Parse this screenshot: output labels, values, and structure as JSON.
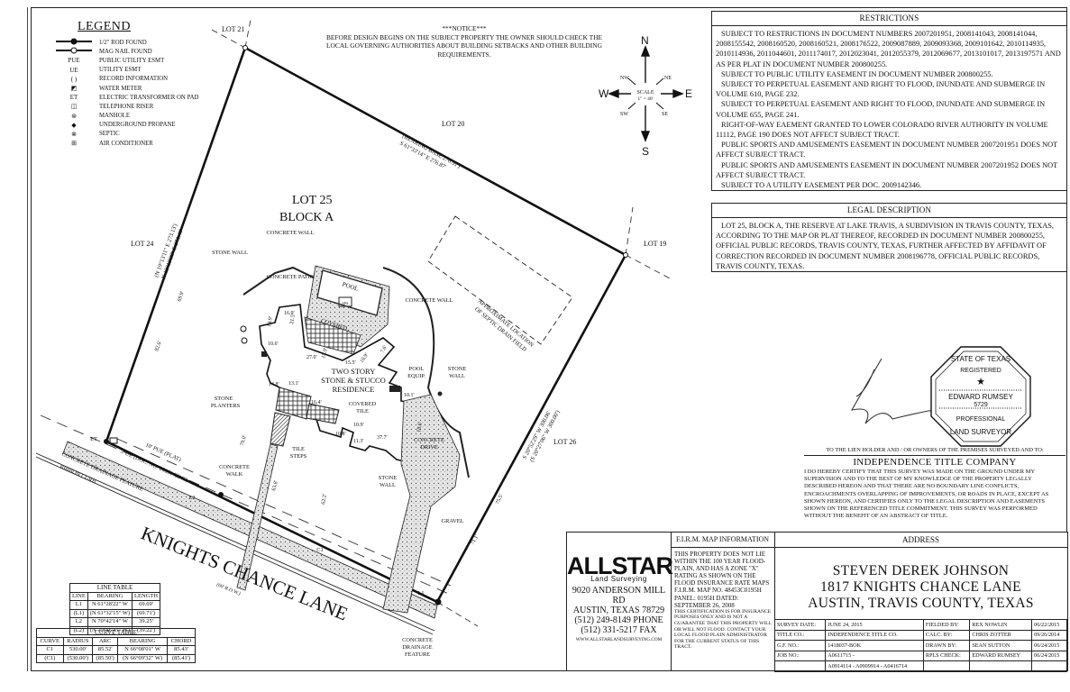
{
  "legend": {
    "title": "LEGEND",
    "items": [
      {
        "symbol": "",
        "icon": "rod-found-icon",
        "label": "1/2\" ROD FOUND"
      },
      {
        "symbol": "",
        "icon": "mag-nail-found-icon",
        "label": "MAG NAIL FOUND"
      },
      {
        "symbol": "PUE",
        "label": "PUBLIC UTILITY ESMT"
      },
      {
        "symbol": "UE",
        "label": "UTILITY ESMT"
      },
      {
        "symbol": "( )",
        "label": "RECORD INFORMATION"
      },
      {
        "symbol": "◩",
        "icon": "water-meter-icon",
        "label": "WATER METER"
      },
      {
        "symbol": "ET",
        "label": "ELECTRIC TRANSFORMER ON PAD"
      },
      {
        "symbol": "◫",
        "icon": "telephone-riser-icon",
        "label": "TELEPHONE RISER"
      },
      {
        "symbol": "⊛",
        "icon": "manhole-icon",
        "label": "MANHOLE"
      },
      {
        "symbol": "◆",
        "icon": "propane-icon",
        "label": "UNDERGROUND PROPANE"
      },
      {
        "symbol": "⊗",
        "icon": "septic-icon",
        "label": "SEPTIC"
      },
      {
        "symbol": "⊞",
        "icon": "air-conditioner-icon",
        "label": "AIR CONDITIONER"
      }
    ]
  },
  "notice": {
    "title": "***NOTICE***",
    "text": "BEFORE DESIGN BEGINS ON THE SUBJECT PROPERTY THE OWNER SHOULD CHECK THE LOCAL GOVERNING AUTHORITIES ABOUT BUILDING SETBACKS AND OTHER BUILDING REQUIREMENTS."
  },
  "compass": {
    "n": "N",
    "s": "S",
    "e": "E",
    "w": "W",
    "ne": "NE",
    "nw": "NW",
    "se": "SE",
    "sw": "SW",
    "scale_label": "SCALE",
    "scale_value": "1\" = 40'"
  },
  "plat": {
    "lot_title": "LOT 25",
    "block_title": "BLOCK A",
    "lot21": "LOT 21",
    "lot20": "LOT 20",
    "lot19": "LOT 19",
    "lot24": "LOT 24",
    "lot26": "LOT 26",
    "top_bearing_record": "(BEARING BASE 276.91')",
    "top_bearing": "S 61°33'14\" E 276.87'",
    "left_bearing_record": "(N 19°13'11\" E 273.13')",
    "left_bearing": "N 19°13'38\" E 273.40'",
    "right_bearing": "S 20°52'29\" W 300.06'",
    "right_bearing_record": "(S 20°27'06\" W 300.00')",
    "street_name": "KNIGHTS CHANCE LANE",
    "street_row": "(60' R.O.W.)",
    "labels": {
      "stone_wall": "STONE WALL",
      "concrete_wall": "CONCRETE WALL",
      "concrete_patio": "CONCRETE PATIO",
      "pool": "POOL",
      "spa": "SPA",
      "covered": "COVERED",
      "residence_1": "TWO STORY",
      "residence_2": "STONE & STUCCO",
      "residence_3": "RESIDENCE",
      "pool_equip_1": "POOL",
      "pool_equip_2": "EQUIP.",
      "covered_tile_1": "COVERED",
      "covered_tile_2": "TILE",
      "stone_planters_1": "STONE",
      "stone_planters_2": "PLANTERS",
      "tile_steps_1": "TILE",
      "tile_steps_2": "STEPS",
      "concrete_walk_1": "CONCRETE",
      "concrete_walk_2": "WALK",
      "concrete_drive_1": "CONCRETE",
      "concrete_drive_2": "DRIVE",
      "stone_wall2_1": "STONE",
      "stone_wall2_2": "WALL",
      "stone_wall3_1": "STONE",
      "stone_wall3_2": "WALL",
      "gravel": "GRAVEL",
      "drainage_1": "CONCRETE",
      "drainage_2": "DRAINAGE",
      "drainage_3": "FEATURE",
      "septic_1": "APPROXIMATE LOCATION",
      "septic_2": "OF SEPTIC DRAIN FIELD",
      "et": "ET",
      "pue": "10' PUE (PLAT)",
      "ue": "5' UE (DOC. NO. 2009142346)",
      "drainage_feature": "CONCRETE DRAINAGE FEATURE",
      "ribbon_curb": "RIBBON CURB",
      "l1": "L1",
      "l2": "L2",
      "c1": "C1"
    },
    "dims": [
      "69.9'",
      "82.6'",
      "79.0'",
      "63.8'",
      "62.2'",
      "75.5'",
      "71.1'",
      "16.9'",
      "14.9'",
      "10.6'",
      "21.5'",
      "27.0'",
      "15.9'",
      "15.5'",
      "16.9'",
      "7.6'",
      "13.1'",
      "14.8'",
      "16.4'",
      "10.8'",
      "10.9'",
      "11.3'",
      "37.7'",
      "18.6'",
      "10.1'"
    ]
  },
  "line_table": {
    "title": "LINE TABLE",
    "headers": [
      "LINE",
      "BEARING",
      "LENGTH"
    ],
    "rows": [
      [
        "L1",
        "N 61°28'22\" W",
        "69.69'"
      ],
      [
        "(L1)",
        "(N 61°32'15\" W)",
        "(69.71')"
      ],
      [
        "L2",
        "N 70°42'14\" W",
        "39.25'"
      ],
      [
        "(L2)",
        "(N 70°46'45\" W)",
        "(39.22')"
      ]
    ]
  },
  "curve_table": {
    "title": "CURVE TABLE",
    "headers": [
      "CURVE",
      "RADIUS",
      "ARC",
      "BEARING",
      "CHORD"
    ],
    "rows": [
      [
        "C1",
        "530.00'",
        "85.52'",
        "N 66°08'01\" W",
        "85.43'"
      ],
      [
        "(C1)",
        "(530.00')",
        "(85.50')",
        "(N 66°09'32\" W)",
        "(85.41')"
      ]
    ]
  },
  "restrictions": {
    "title": "RESTRICTIONS",
    "paragraphs": [
      "SUBJECT TO RESTRICTIONS IN DOCUMENT NUMBERS 2007201951, 2008141043, 2008141044, 2008155542, 2008160520, 2008160521, 2008176522, 2009087889, 2009093368, 2009101642, 2010114935, 2010114936, 2011044601, 2011174017, 2012023041, 2012055379, 2012069677, 2013101017, 2013197571 AND AS PER PLAT IN DOCUMENT NUMBER 200800255.",
      "SUBJECT TO PUBLIC UTILITY EASEMENT IN DOCUMENT NUMBER 200800255.",
      "SUBJECT TO PERPETUAL EASEMENT AND RIGHT TO FLOOD, INUNDATE AND SUBMERGE IN VOLUME 610, PAGE 232.",
      "SUBJECT TO PERPETUAL EASEMENT AND RIGHT TO FLOOD, INUNDATE AND SUBMERGE IN VOLUME 655, PAGE 241.",
      "RIGHT-OF-WAY EAEMENT GRANTED TO LOWER COLORADO RIVER AUTHORITY IN VOLUME 11112, PAGE 190 DOES NOT AFFECT SUBJECT TRACT.",
      "PUBLIC SPORTS AND AMUSEMENTS EASEMENT IN DOCUMENT NUMBER 2007201951 DOES NOT AFFECT SUBJECT TRACT.",
      "PUBLIC SPORTS AND AMUSEMENTS EASEMENT IN DOCUMENT NUMBER 2007201952 DOES NOT AFFECT SUBJECT TRACT.",
      "SUBJECT TO A UTILITY EASEMENT PER DOC. 2009142346."
    ]
  },
  "legal": {
    "title": "LEGAL DESCRIPTION",
    "text": "LOT 25, BLOCK A, THE RESERVE AT LAKE TRAVIS, A SUBDIVISION IN TRAVIS COUNTY, TEXAS, ACCORDING TO THE MAP OR PLAT THEREOF, RECORDED IN DOCUMENT NUMBER 200800255, OFFICIAL PUBLIC RECORDS, TRAVIS COUNTY, TEXAS, FURTHER AFFECTED BY AFFIDAVIT OF CORRECTION RECORDED IN DOCUMENT NUMBER 2008196778, OFFICIAL PUBLIC RECORDS, TRAVIS COUNTY, TEXAS."
  },
  "seal": {
    "top": "STATE OF TEXAS",
    "registered": "REGISTERED",
    "name": "EDWARD RUMSEY",
    "number": "5729",
    "professional": "PROFESSIONAL",
    "bottom": "LAND SURVEYOR"
  },
  "certification": {
    "to": "TO THE LIEN HOLDER AND / OR OWNERS OF THE PREMISES SURVEYED AND TO:",
    "company": "INDEPENDENCE TITLE COMPANY",
    "text": "I DO HEREBY CERTIFY THAT THIS SURVEY WAS MADE ON THE GROUND UNDER MY SUPERVISION AND TO THE BEST OF MY KNOWLEDGE OF THE PROPERTY LEGALLY DESCRIBED HEREON AND THAT THERE ARE NO BOUNDARY LINE CONFLICTS, ENCROACHMENTS OVERLAPPING OF IMPROVEMENTS, OR ROADS IN PLACE, EXCEPT AS SHOWN HEREON, AND CERTIFIES ONLY TO THE LEGAL DESCRIPTION AND EASEMENTS SHOWN ON THE REFERENCED TITLE COMMITMENT. THIS SURVEY WAS PERFORMED WITHOUT THE BENEFIT OF AN ABSTRACT OF TITLE."
  },
  "company": {
    "name": "ALLSTAR",
    "tagline": "Land Surveying",
    "address1": "9020 ANDERSON MILL RD",
    "address2": "AUSTIN, TEXAS 78729",
    "phone": "(512) 249-8149 PHONE",
    "fax": "(512) 331-5217 FAX",
    "web": "WWW.ALLSTARLANDSURVEYING.COM"
  },
  "firm": {
    "title": "F.I.R.M. MAP INFORMATION",
    "text": "THIS PROPERTY DOES NOT LIE WITHIN THE 100 YEAR FLOOD-PLAIN, AND HAS A ZONE \"X\" RATING AS SHOWN ON THE FLOOD INSURANCE RATE MAPS F.I.R.M. MAP NO. 48453C0195H PANEL: 0195H DATED: SEPTEMBER 26, 2008",
    "disclaimer": "THIS CERTIFICATION IS FOR INSURANCE PURPOSES ONLY AND IS NOT A GUARANTEE THAT THIS PROPERTY WILL OR WILL NOT FLOOD. CONTACT YOUR LOCAL FLOOD PLAIN ADMINISTRATOR FOR THE CURRENT STATUS OF THIS TRACT."
  },
  "address": {
    "title": "ADDRESS",
    "owner": "STEVEN DEREK JOHNSON",
    "street": "1817 KNIGHTS CHANCE LANE",
    "city": "AUSTIN, TRAVIS COUNTY, TEXAS"
  },
  "survey_info": {
    "rows": [
      [
        "SURVEY DATE:",
        "JUNE 24, 2015",
        "FIELDED BY:",
        "REX NOWLIN",
        "06/22/2015"
      ],
      [
        "TITLE CO.:",
        "INDEPENDENCE TITLE CO.",
        "CALC. BY:",
        "CHRIS ZOTTER",
        "09/26/2014"
      ],
      [
        "G.F. NO.:",
        "1418037-BOK",
        "DRAWN BY:",
        "SEAN SUTTON",
        "06/24/2015"
      ],
      [
        "JOB NO.:",
        "A0611715 -",
        "RPLS CHECK:",
        "EDWARD RUMSEY",
        "06/24/2015"
      ],
      [
        "",
        "A0914114 - A0909914 - A0416714",
        "",
        "",
        ""
      ]
    ]
  }
}
